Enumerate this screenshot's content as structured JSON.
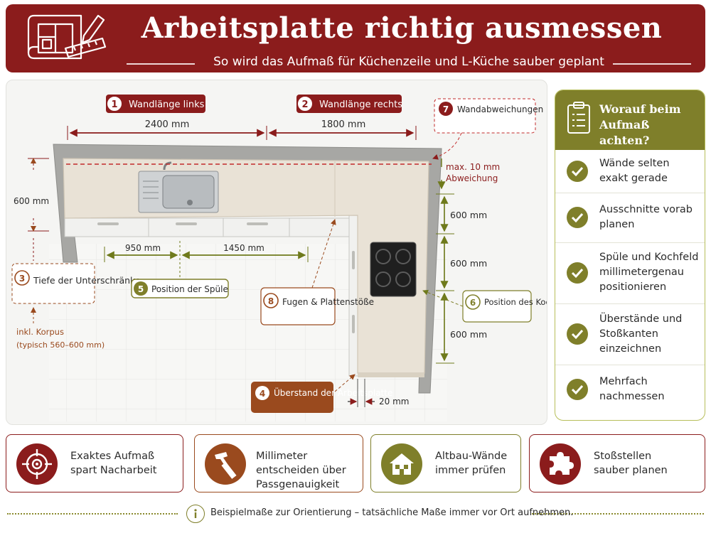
{
  "header": {
    "title": "Arbeitsplatte richtig ausmessen",
    "subtitle": "So wird das Aufmaß für Küchenzeile und L-Küche sauber geplant",
    "logo_icon": "blueprint-pencil-icon"
  },
  "diagram": {
    "labels": [
      {
        "num": "1",
        "text": "Wandlänge links"
      },
      {
        "num": "2",
        "text": "Wandlänge rechts"
      },
      {
        "num": "3",
        "text": "Tiefe der Unterschränke"
      },
      {
        "num": "4",
        "text": "Überstand der Arbeitsplatte"
      },
      {
        "num": "5",
        "text": "Position der Spüle"
      },
      {
        "num": "6",
        "text": "Position des Kochfelds"
      },
      {
        "num": "7",
        "text": "Wandabweichungen prüfen"
      },
      {
        "num": "8",
        "text": "Fugen & Plattenstöße"
      }
    ],
    "dimensions": {
      "wall_left": "2400 mm",
      "wall_right": "1800 mm",
      "depth": "600 mm",
      "sink_left": "950 mm",
      "sink_right": "1450 mm",
      "right_seg_1": "600 mm",
      "right_seg_2": "600 mm",
      "right_seg_3": "600 mm",
      "overhang": "20 mm",
      "deviation": "max. 10 mm",
      "deviation_2": "Abweichung"
    },
    "notes": {
      "korpus_1": "inkl. Korpus",
      "korpus_2": "(typisch 560–600 mm)"
    }
  },
  "checklist": {
    "title": "Worauf beim Aufmaß achten?",
    "icon": "clipboard-icon",
    "items": [
      {
        "text": "Wände selten exakt gerade"
      },
      {
        "text": "Ausschnitte vorab planen"
      },
      {
        "text": "Spüle und Kochfeld millimetergenau positionieren"
      },
      {
        "text": "Überstände und Stoßkanten einzeichnen"
      },
      {
        "text": "Mehrfach nachmessen"
      }
    ]
  },
  "cards": [
    {
      "text": "Exaktes Aufmaß spart Nacharbeit",
      "icon": "target-icon",
      "color": "#8b1c1c"
    },
    {
      "text": "Millimeter entscheiden über Passgenauigkeit",
      "icon": "hammer-ruler-icon",
      "color": "#9a4a1e"
    },
    {
      "text": "Altbau-Wände immer prüfen",
      "icon": "house-icon",
      "color": "#7f7f2a"
    },
    {
      "text": "Stoßstellen sauber planen",
      "icon": "puzzle-icon",
      "color": "#8b1c1c"
    }
  ],
  "footer": {
    "text": "Beispielmaße zur Orientierung – tatsächliche Maße immer vor Ort aufnehmen.",
    "icon": "info-icon"
  },
  "colors": {
    "brand_red": "#8b1c1c",
    "olive": "#7f7f2a",
    "orange_brown": "#9a4a1e"
  }
}
